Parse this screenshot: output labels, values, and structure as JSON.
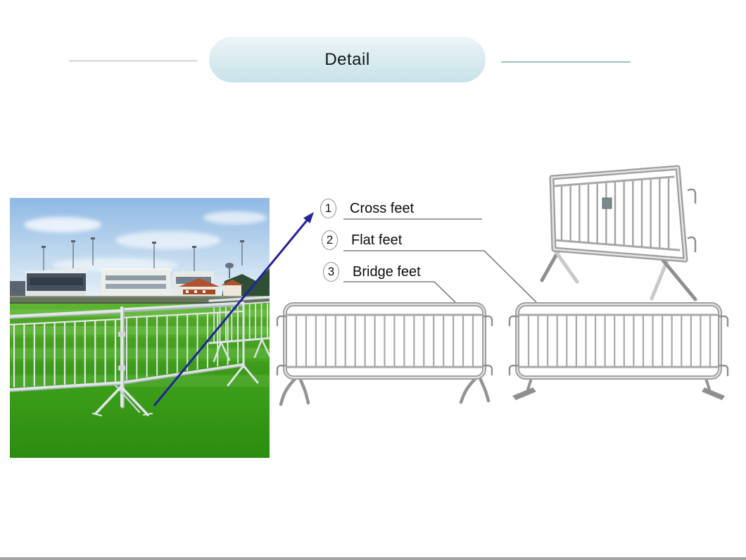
{
  "header": {
    "title": "Detail",
    "pill_color_top": "#eef6f8",
    "pill_color_bottom": "#c7e2e9",
    "left_line_color": "#aeaeae",
    "right_line_color": "#9cc3bd"
  },
  "photo": {
    "alt": "Crowd control barriers with cross feet installed on a stadium lawn"
  },
  "diagram": {
    "labels": [
      {
        "number": "1",
        "text": "Cross feet"
      },
      {
        "number": "2",
        "text": "Flat feet"
      },
      {
        "number": "3",
        "text": "Bridge feet"
      }
    ],
    "arrow_color": "#23239a",
    "leader_line_color": "#7f7f7f",
    "barrier_metal_color": "#9e9e9e"
  },
  "illustrations": [
    {
      "name": "barrier-cross-feet"
    },
    {
      "name": "barrier-bridge-feet"
    },
    {
      "name": "barrier-flat-feet"
    }
  ],
  "footer": {
    "bar_color": "#a5a5a5"
  }
}
